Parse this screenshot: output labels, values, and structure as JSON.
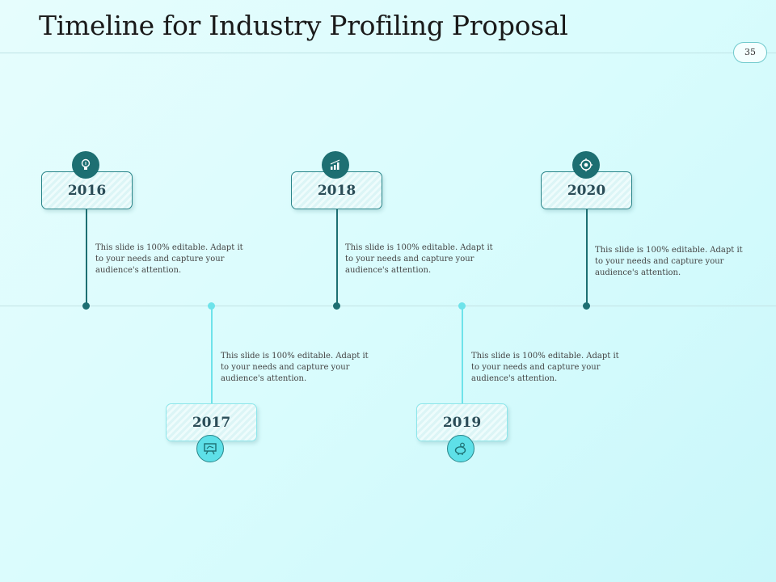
{
  "slide": {
    "title": "Timeline for Industry Profiling Proposal",
    "page_number": "35"
  },
  "colors": {
    "accent_dark": "#1d6f72",
    "accent_light": "#6ee3ea",
    "background": "#d9fcfd"
  },
  "milestones": [
    {
      "year": "2016",
      "text": "This slide is 100% editable. Adapt it to your needs and capture your audience's attention.",
      "icon": "lightbulb-icon"
    },
    {
      "year": "2017",
      "text": "This slide is 100% editable. Adapt it to your needs and capture your audience's attention.",
      "icon": "presentation-board-icon"
    },
    {
      "year": "2018",
      "text": "This slide is 100% editable. Adapt it to your needs and capture your audience's attention.",
      "icon": "bar-chart-icon"
    },
    {
      "year": "2019",
      "text": "This slide is 100% editable. Adapt it to your needs and capture your audience's attention.",
      "icon": "piggy-bank-icon"
    },
    {
      "year": "2020",
      "text": "This slide is 100% editable. Adapt it to your needs and capture your audience's attention.",
      "icon": "target-gear-icon"
    }
  ]
}
